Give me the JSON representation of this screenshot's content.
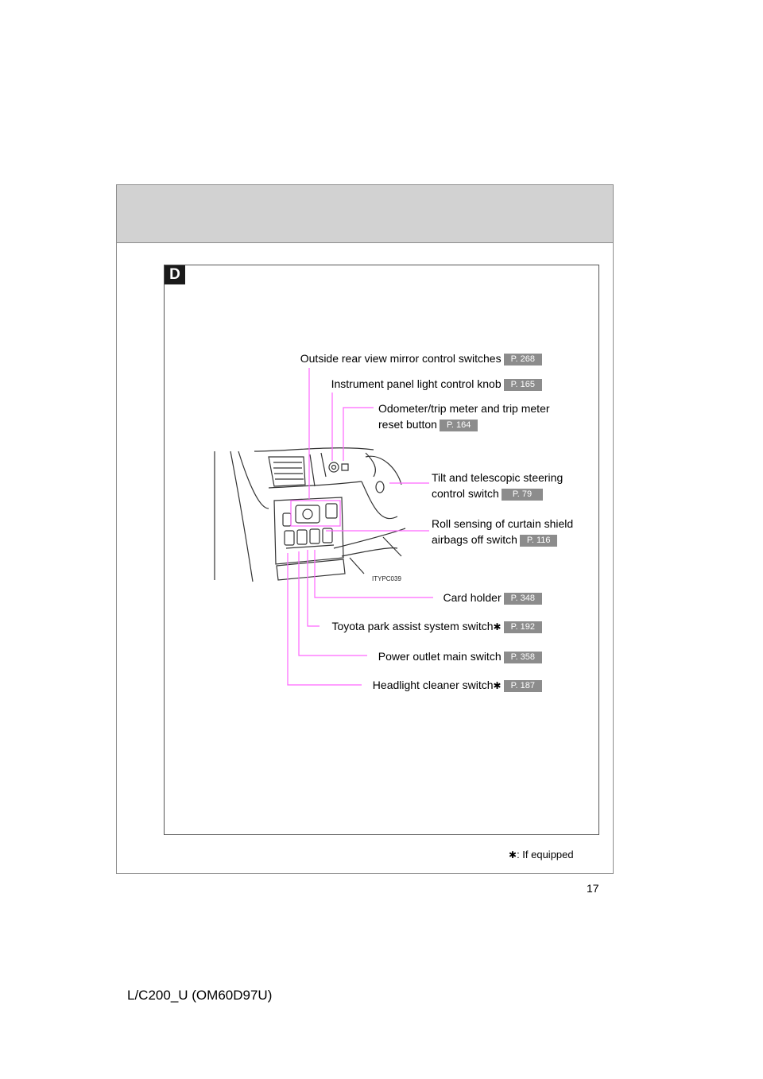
{
  "section": {
    "letter": "D"
  },
  "illustration": {
    "code": "ITYPC039"
  },
  "callouts": {
    "mirror": {
      "label": "Outside rear view mirror control switches",
      "ref": "P. 268"
    },
    "panel_light": {
      "label": "Instrument panel light control knob",
      "ref": "P. 165"
    },
    "odometer": {
      "line1": "Odometer/trip meter and trip meter",
      "line2": "reset button",
      "ref": "P. 164"
    },
    "tilt": {
      "line1": "Tilt and telescopic steering",
      "line2": "control switch",
      "ref": "P. 79"
    },
    "roll": {
      "line1": "Roll sensing of curtain shield",
      "line2": "airbags off switch",
      "ref": "P. 116"
    },
    "card": {
      "label": "Card holder",
      "ref": "P. 348"
    },
    "park": {
      "label": "Toyota park assist system switch",
      "star": "✱",
      "ref": "P. 192"
    },
    "power": {
      "label": "Power outlet main switch",
      "ref": "P. 358"
    },
    "headlight": {
      "label": "Headlight cleaner switch",
      "star": "✱",
      "ref": "P. 187"
    }
  },
  "footnote": {
    "star": "✱",
    "text": ": If equipped"
  },
  "page_number": "17",
  "doc_code": "L/C200_U (OM60D97U)",
  "colors": {
    "leader": "#ff66ff",
    "ref_badge": "#8c8c8c",
    "header_band": "#d2d2d2"
  }
}
